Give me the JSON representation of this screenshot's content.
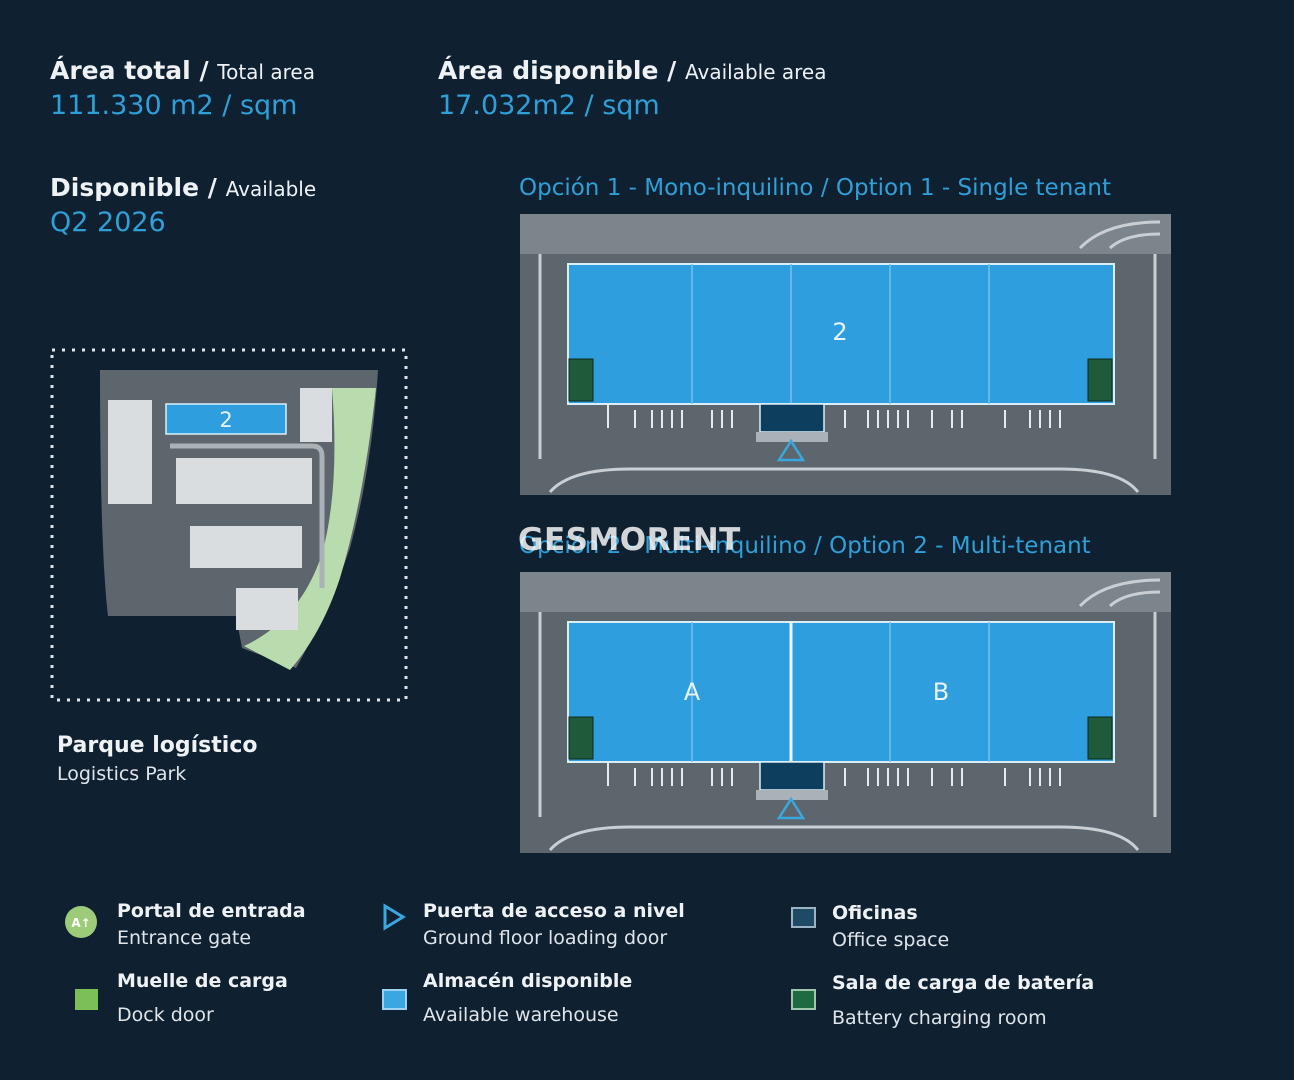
{
  "stats": {
    "total_area": {
      "label_es": "Área total",
      "label_en": "Total area",
      "value": "111.330 m2 / sqm"
    },
    "available_area": {
      "label_es": "Área disponible",
      "label_en": "Available area",
      "value": "17.032m2 / sqm"
    },
    "availability": {
      "label_es": "Disponible",
      "label_en": "Available",
      "value": "Q2 2026"
    }
  },
  "options": [
    {
      "title_es": "Opción 1 - Mono-inquilino",
      "title_en": "Option 1 - Single tenant",
      "units": [
        "2"
      ]
    },
    {
      "title_es": "Opción 2 - Multi-inquilino",
      "title_en": "Option 2 - Multi-tenant",
      "units": [
        "A",
        "B"
      ]
    }
  ],
  "park": {
    "title": "Parque logístico",
    "subtitle": "Logistics Park",
    "highlighted_unit": "2"
  },
  "watermark": "GESMORENT",
  "legend": [
    {
      "icon": "entrance-gate-icon",
      "es": "Portal de entrada",
      "en": "Entrance gate",
      "color": "#9ccc7a"
    },
    {
      "icon": "loading-door-icon",
      "es": "Puerta de acceso a nivel",
      "en": "Ground floor loading door",
      "color": "#3aa7e0"
    },
    {
      "icon": "office-icon",
      "es": "Oficinas",
      "en": "Office space",
      "color": "#1f4a66"
    },
    {
      "icon": "dock-door-icon",
      "es": "Muelle de carga",
      "en": "Dock door",
      "color": "#7cbf56"
    },
    {
      "icon": "warehouse-icon",
      "es": "Almacén disponible",
      "en": "Available warehouse",
      "color": "#3aa7e0"
    },
    {
      "icon": "battery-room-icon",
      "es": "Sala de carga de batería",
      "en": "Battery charging room",
      "color": "#1f6a40"
    }
  ],
  "colors": {
    "background": "#0f2030",
    "accent": "#2f9fd8",
    "warehouse": "#2e9ede",
    "ground": "#5d666d",
    "road": "#8a9299",
    "green_area": "#b9dcae"
  }
}
